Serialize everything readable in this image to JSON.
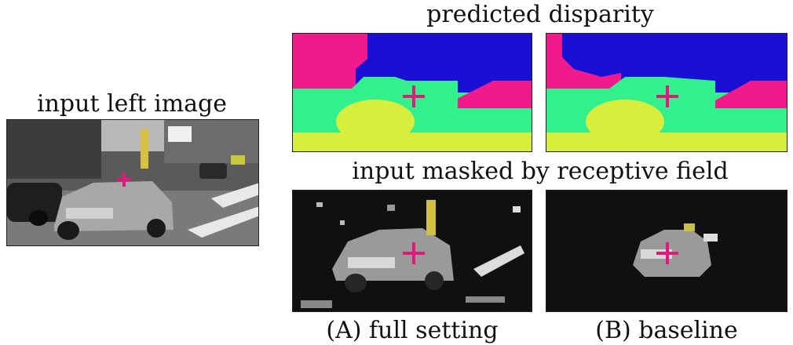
{
  "left": {
    "title": "input left image"
  },
  "right": {
    "top_title": "predicted disparity",
    "middle_title": "input masked by receptive field",
    "captions": [
      "(A) full setting",
      "(B) baseline"
    ]
  },
  "colors": {
    "magenta": "#f01a8c",
    "blue": "#1a10d4",
    "green": "#32f08c",
    "yellow": "#d8ee3c",
    "cross": "#e0197a",
    "dark": "#101010"
  }
}
